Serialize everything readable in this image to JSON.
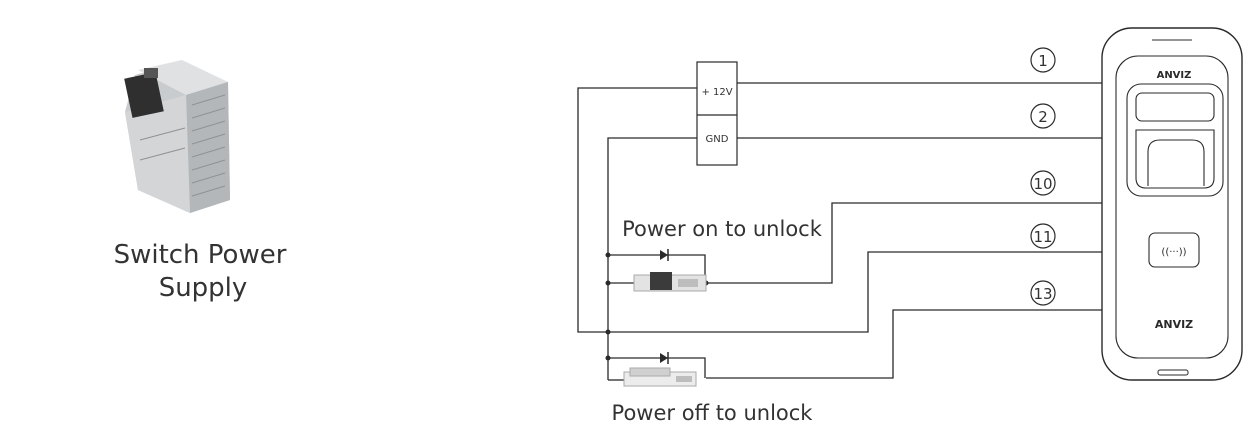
{
  "psu": {
    "caption_line1": "Switch Power",
    "caption_line2": "Supply"
  },
  "terminals": {
    "plus12v": "+ 12V",
    "gnd": "GND"
  },
  "locks": {
    "power_on_label": "Power on to unlock",
    "power_off_label": "Power off to unlock"
  },
  "pins": [
    "1",
    "2",
    "10",
    "11",
    "13"
  ],
  "device": {
    "brand": "ANVIZ",
    "rfid_symbol": "((···))"
  }
}
